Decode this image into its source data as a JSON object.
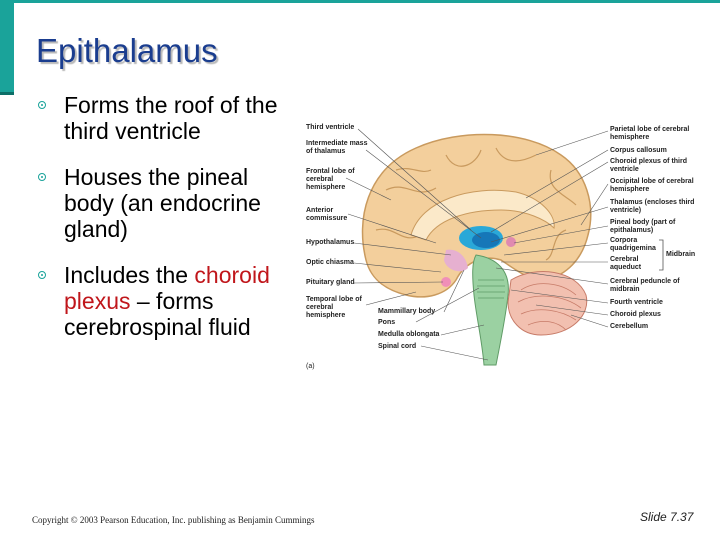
{
  "slide": {
    "title": "Epithalamus",
    "bullets": [
      {
        "text": "Forms the roof of the third ventricle"
      },
      {
        "text": "Houses the pineal body (an endocrine gland)"
      },
      {
        "before": "Includes the ",
        "highlight": "choroid plexus",
        "after": " – forms cerebrospinal fluid"
      }
    ],
    "footer": {
      "copyright": "Copyright © 2003 Pearson Education, Inc. publishing as Benjamin Cummings",
      "slide_number": "Slide 7.37"
    },
    "colors": {
      "accent": "#1aa39a",
      "title": "#1a3d8f",
      "highlight": "#c0161b"
    }
  },
  "figure": {
    "panel_label": "(a)",
    "left_labels": [
      "Third ventricle",
      "Intermediate mass of thalamus",
      "Frontal lobe of cerebral hemisphere",
      "Anterior commissure",
      "Hypothalamus",
      "Optic chiasma",
      "Pituitary gland",
      "Temporal lobe of cerebral hemisphere"
    ],
    "bottom_labels": [
      "Mammillary body",
      "Pons",
      "Medulla oblongata",
      "Spinal cord"
    ],
    "right_labels": [
      "Parietal lobe of cerebral hemisphere",
      "Corpus callosum",
      "Choroid plexus of third ventricle",
      "Occipital lobe of cerebral hemisphere",
      "Thalamus (encloses third ventricle)",
      "Pineal body (part of epithalamus)",
      "Corpora quadrigemina",
      "Cerebral aqueduct",
      "Cerebral peduncle of midbrain",
      "Fourth ventricle",
      "Choroid plexus",
      "Cerebellum"
    ],
    "bracket_label": "Midbrain"
  }
}
